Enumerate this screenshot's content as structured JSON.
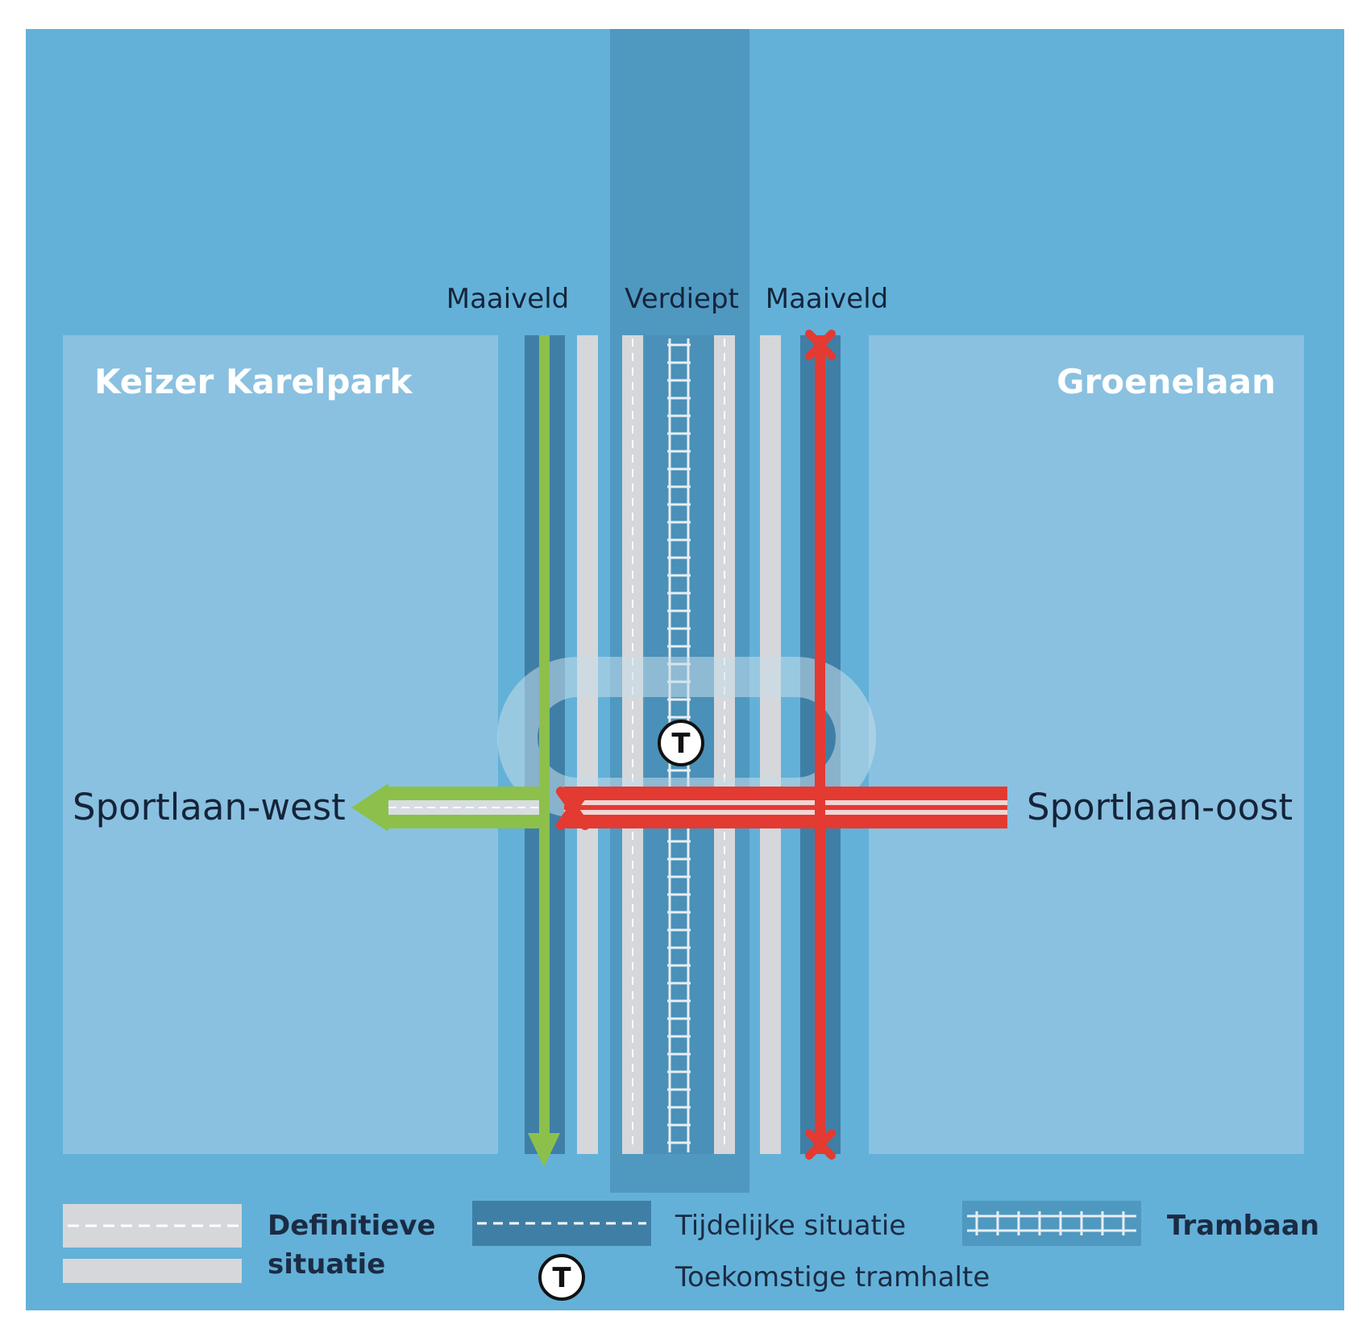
{
  "areas": {
    "left": "Keizer Karelpark",
    "right": "Groenelaan"
  },
  "columns": {
    "left": "Maaiveld",
    "center": "Verdiept",
    "right": "Maaiveld"
  },
  "streets": {
    "west": "Sportlaan-west",
    "east": "Sportlaan-oost"
  },
  "tram_stop": {
    "letter": "T"
  },
  "legend": {
    "definitive": "Definitieve",
    "definitive_2": "situatie",
    "temporary": "Tijdelijke situatie",
    "tram": "Trambaan",
    "future_stop": "Toekomstige tramhalte"
  },
  "colors": {
    "frame": "#63b1d8",
    "panel": "#8ac1e0",
    "deep_band": "#4f98c0",
    "road_light": "#d5d7da",
    "road_dark": "#3f7fa6",
    "route_open": "#8cc04b",
    "route_closed": "#e33a32"
  }
}
